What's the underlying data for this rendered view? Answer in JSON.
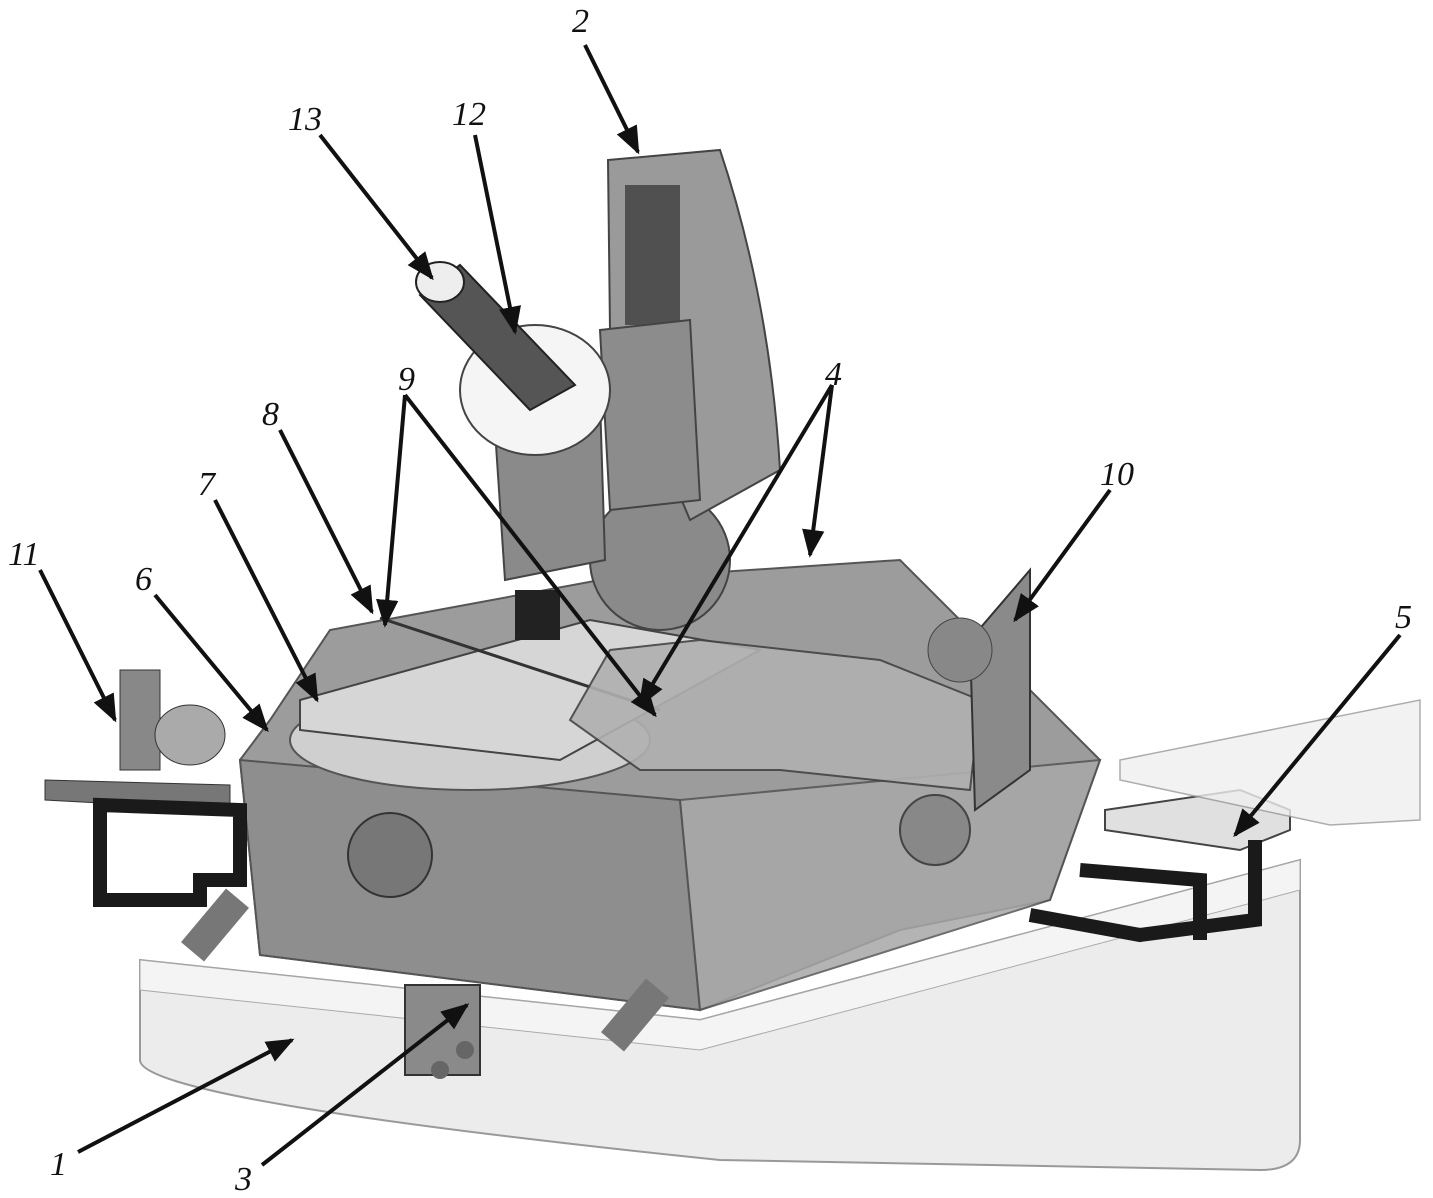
{
  "labels": {
    "l1": "1",
    "l2": "2",
    "l3": "3",
    "l4": "4",
    "l5": "5",
    "l6": "6",
    "l7": "7",
    "l8": "8",
    "l9": "9",
    "l10": "10",
    "l11": "11",
    "l12": "12",
    "l13": "13"
  },
  "colors": {
    "body": "#9a9a9a",
    "dark": "#555555",
    "light": "#d8d8d8",
    "base": "#e6e6e6",
    "bracket": "#1a1a1a"
  }
}
